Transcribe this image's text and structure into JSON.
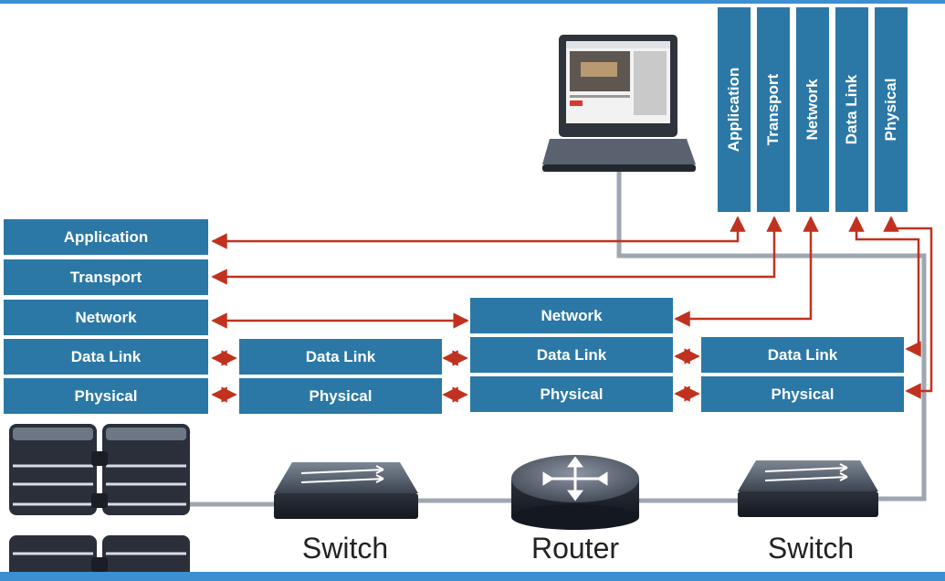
{
  "host_left_stack": [
    "Application",
    "Transport",
    "Network",
    "Data Link",
    "Physical"
  ],
  "switch1_stack": [
    "Data Link",
    "Physical"
  ],
  "router_stack": [
    "Network",
    "Data Link",
    "Physical"
  ],
  "switch2_stack": [
    "Data Link",
    "Physical"
  ],
  "laptop_stack": [
    "Application",
    "Transport",
    "Network",
    "Data Link",
    "Physical"
  ],
  "devices": {
    "switch1_label": "Switch",
    "router_label": "Router",
    "switch2_label": "Switch"
  },
  "colors": {
    "layer_blue": "#2b78a6",
    "arrow_red": "#c0321f",
    "cable_gray": "#9ea7b0",
    "accent_bar": "#3c8fd0"
  },
  "icons": [
    "server-rack-icon",
    "switch-icon",
    "router-icon",
    "laptop-icon"
  ]
}
